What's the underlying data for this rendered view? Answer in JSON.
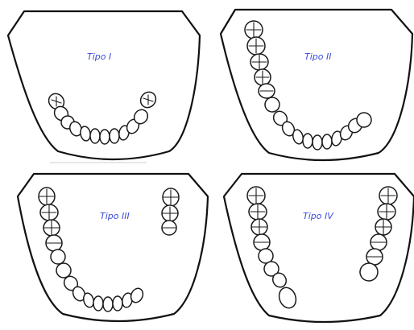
{
  "diagram": {
    "label_color": "#3a4bd9",
    "panels": [
      {
        "id": "tipo-1",
        "label": "Tipo I"
      },
      {
        "id": "tipo-2",
        "label": "Tipo II"
      },
      {
        "id": "tipo-3",
        "label": "Tipo III"
      },
      {
        "id": "tipo-4",
        "label": "Tipo IV"
      }
    ]
  }
}
